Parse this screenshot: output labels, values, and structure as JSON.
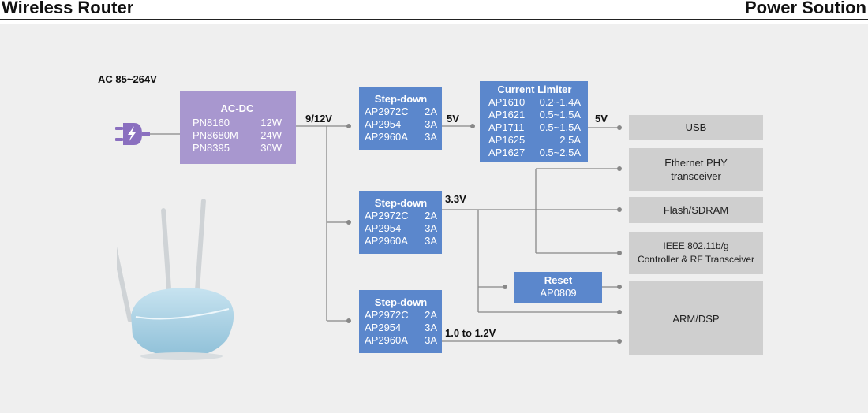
{
  "header": {
    "left": "Wireless Router",
    "right": "Power Soution"
  },
  "labels": {
    "ac_input": "AC 85~264V",
    "v_9_12": "9/12V",
    "v_5_a": "5V",
    "v_5_b": "5V",
    "v_3_3": "3.3V",
    "v_1_0": "1.0 to 1.2V"
  },
  "acdc": {
    "title": "AC-DC",
    "rows": [
      {
        "part": "PN8160",
        "val": "12W"
      },
      {
        "part": "PN8680M",
        "val": "24W"
      },
      {
        "part": "PN8395",
        "val": "30W"
      }
    ]
  },
  "stepdown": {
    "title": "Step-down",
    "rows": [
      {
        "part": "AP2972C",
        "val": "2A"
      },
      {
        "part": "AP2954",
        "val": "3A"
      },
      {
        "part": "AP2960A",
        "val": "3A"
      }
    ]
  },
  "limiter": {
    "title": "Current Limiter",
    "rows": [
      {
        "part": "AP1610",
        "val": "0.2~1.4A"
      },
      {
        "part": "AP1621",
        "val": "0.5~1.5A"
      },
      {
        "part": "AP1711",
        "val": "0.5~1.5A"
      },
      {
        "part": "AP1625",
        "val": "2.5A"
      },
      {
        "part": "AP1627",
        "val": "0.5~2.5A"
      }
    ]
  },
  "reset": {
    "title": "Reset",
    "part": "AP0809"
  },
  "loads": {
    "usb": "USB",
    "ethernet_1": "Ethernet PHY",
    "ethernet_2": "transceiver",
    "flash": "Flash/SDRAM",
    "ieee_1": "IEEE 802.11b/g",
    "ieee_2": "Controller & RF Transceiver",
    "arm": "ARM/DSP"
  },
  "colors": {
    "blue": "#5b87cc",
    "purple": "#a897cf",
    "gray": "#cfcfcf",
    "wire": "#888888",
    "plug": "#8a6fbf",
    "router": "#a9d4e6"
  },
  "icons": [
    "power-plug-icon",
    "wireless-router-icon"
  ]
}
